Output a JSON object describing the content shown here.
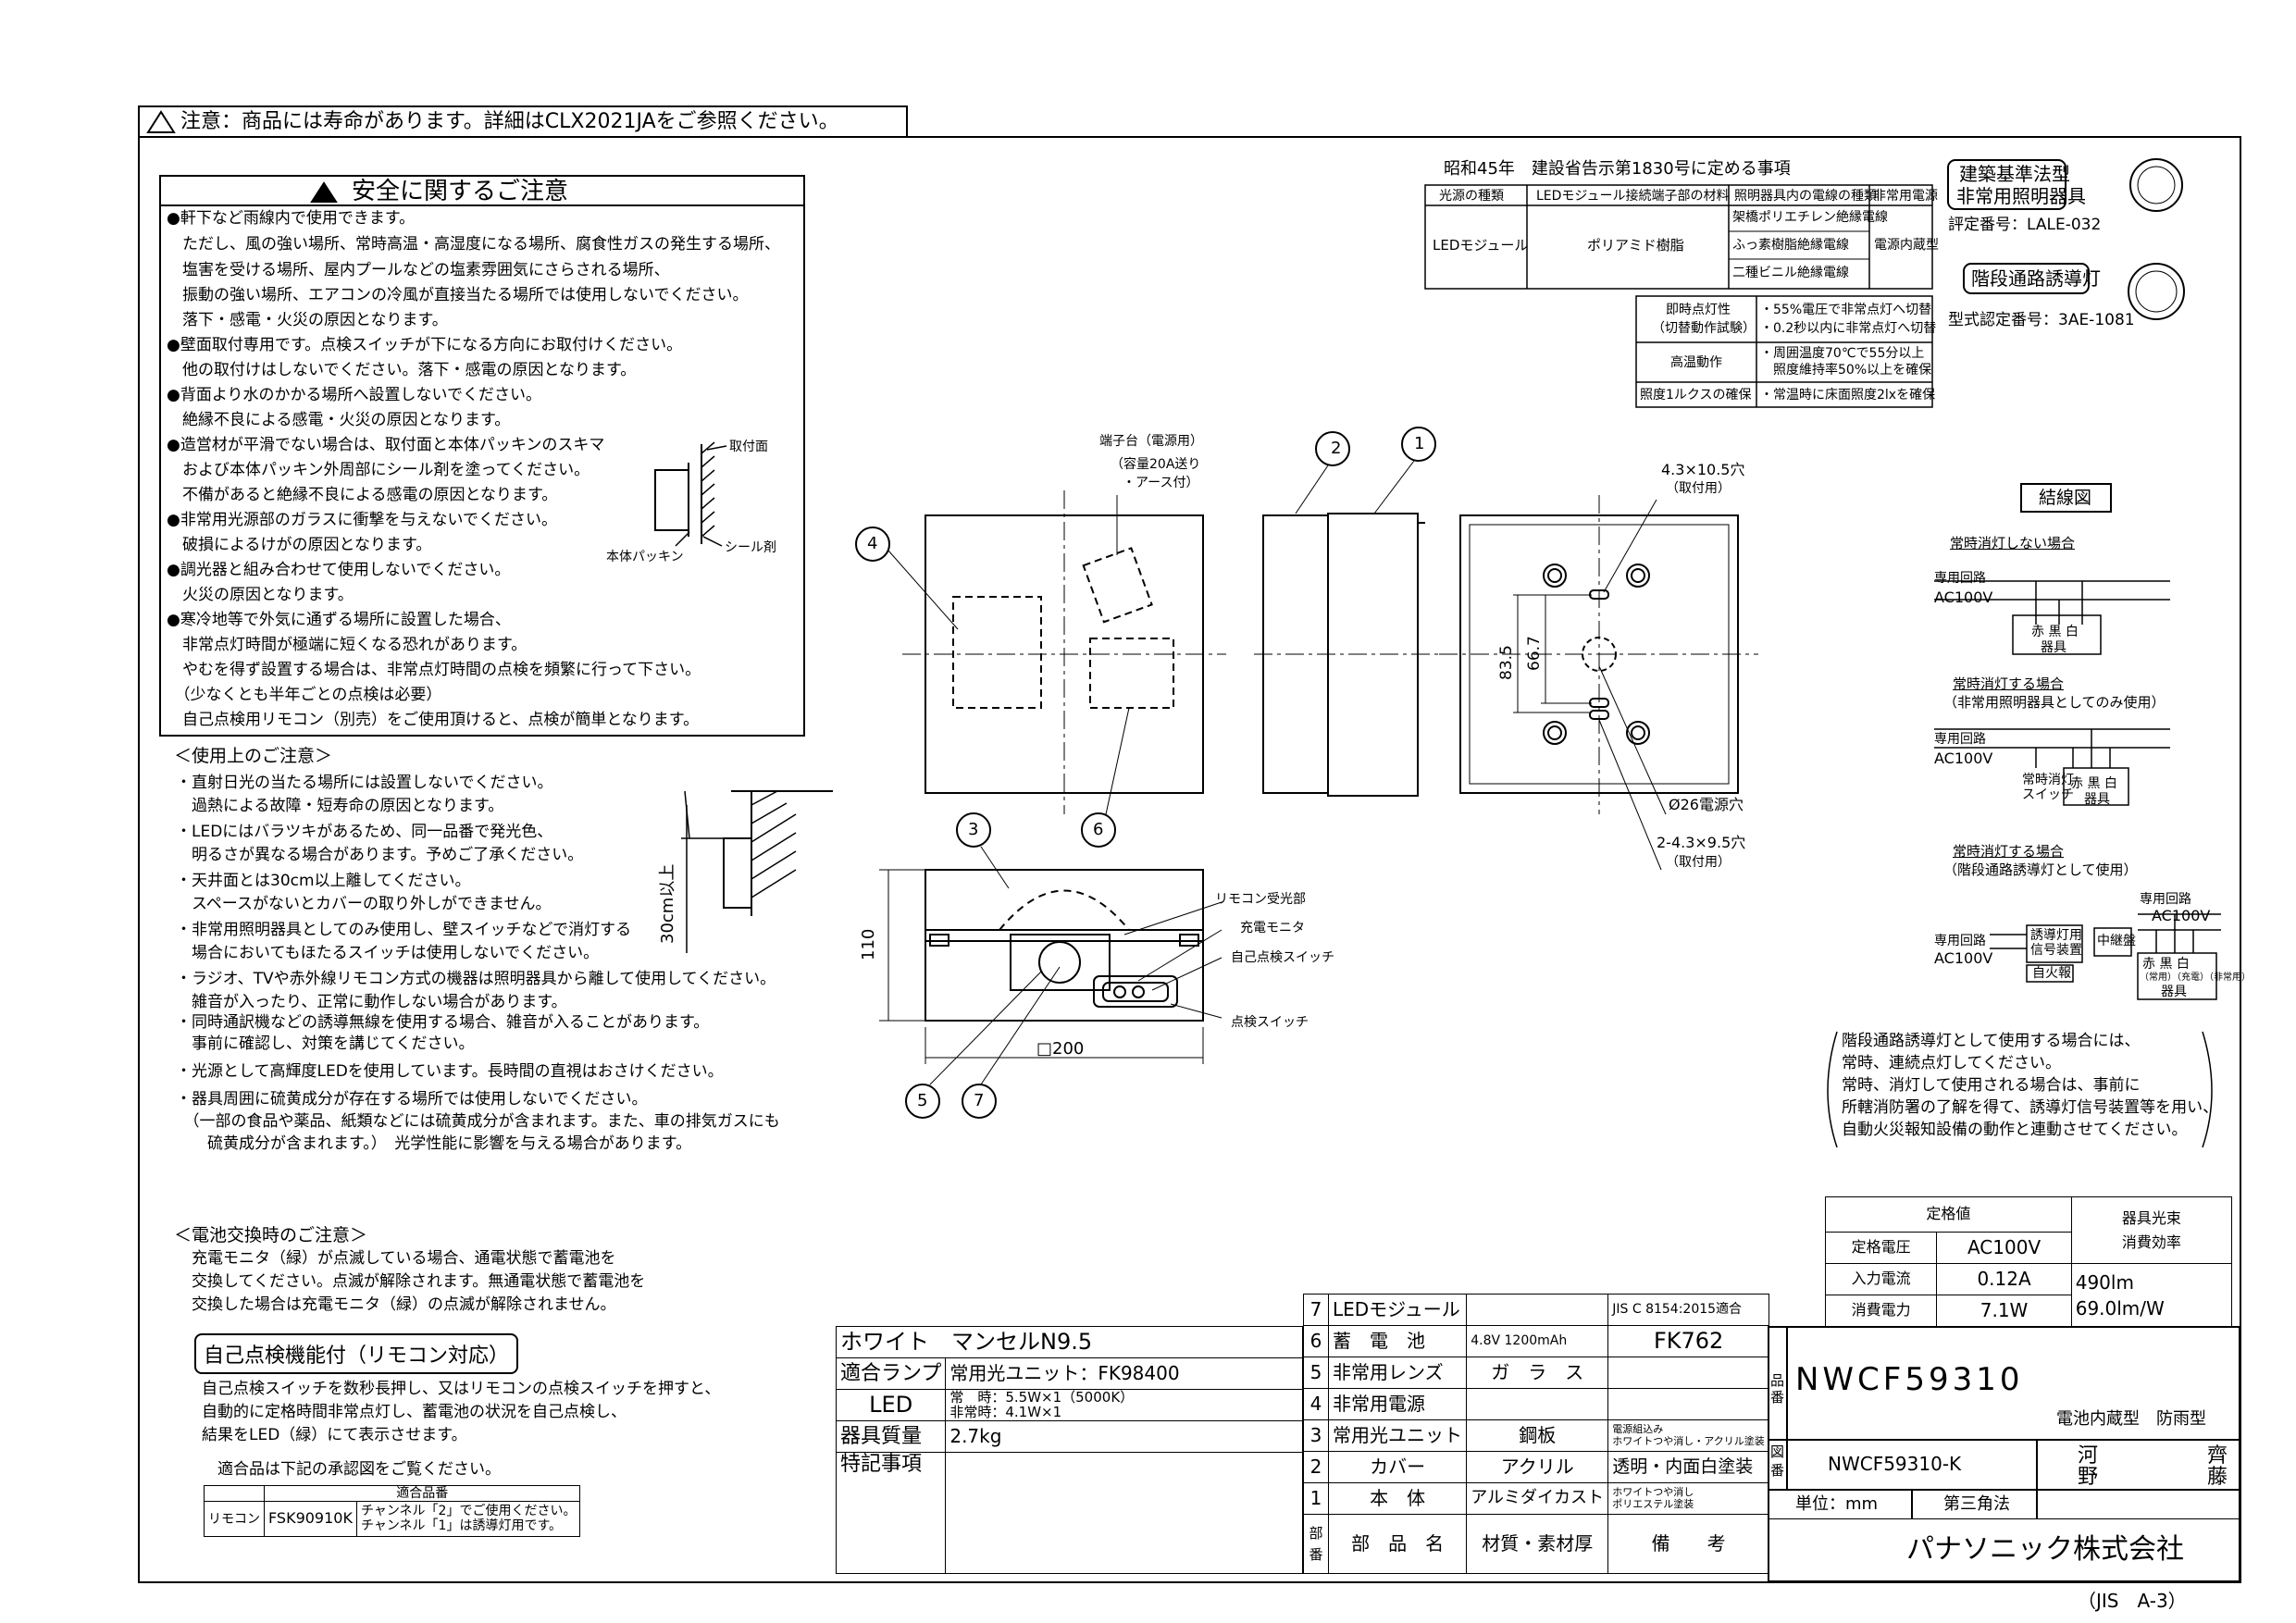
{
  "header_notice": "注意：商品には寿命があります。詳細はCLX2021JAをご参照ください。",
  "safety": {
    "title": "安全に関するご注意",
    "lines": [
      "●軒下など雨線内で使用できます。",
      "　ただし、風の強い場所、常時高温・高湿度になる場所、腐食性ガスの発生する場所、",
      "　塩害を受ける場所、屋内プールなどの塩素雰囲気にさらされる場所、",
      "　振動の強い場所、エアコンの冷風が直接当たる場所では使用しないでください。",
      "　落下・感電・火災の原因となります。",
      "●壁面取付専用です。点検スイッチが下になる方向にお取付けください。",
      "　他の取付けはしないでください。落下・感電の原因となります。",
      "●背面より水のかかる場所へ設置しないでください。",
      "　絶縁不良による感電・火災の原因となります。",
      "●造営材が平滑でない場合は、取付面と本体パッキンのスキマ",
      "　および本体パッキン外周部にシール剤を塗ってください。",
      "　不備があると絶縁不良による感電の原因となります。",
      "●非常用光源部のガラスに衝撃を与えないでください。",
      "　破損によるけがの原因となります。",
      "●調光器と組み合わせて使用しないでください。",
      "　火災の原因となります。",
      "●寒冷地等で外気に通ずる場所に設置した場合、",
      "　非常点灯時間が極端に短くなる恐れがあります。",
      "　やむを得ず設置する場合は、非常点灯時間の点検を頻繁に行って下さい。",
      "　（少なくとも半年ごとの点検は必要）",
      "　自己点検用リモコン（別売）をご使用頂けると、点検が簡単となります。"
    ],
    "seal_labels": {
      "mount_surface": "取付面",
      "body_packing": "本体パッキン",
      "sealant": "シール剤"
    }
  },
  "usage": {
    "title": "＜使用上のご注意＞",
    "lines": [
      "・直射日光の当たる場所には設置しないでください。",
      "　過熱による故障・短寿命の原因となります。",
      "・LEDにはバラツキがあるため、同一品番で発光色、",
      "　明るさが異なる場合があります。予めご了承ください。",
      "・天井面とは30cm以上離してください。",
      "　スペースがないとカバーの取り外しができません。",
      "・非常用照明器具としてのみ使用し、壁スイッチなどで消灯する",
      "　場合においてもほたるスイッチは使用しないでください。",
      "・ラジオ、TVや赤外線リモコン方式の機器は照明器具から離して使用してください。",
      "　雑音が入ったり、正常に動作しない場合があります。",
      "・同時通訳機などの誘導無線を使用する場合、雑音が入ることがあります。",
      "　事前に確認し、対策を講じてください。",
      "・光源として高輝度LEDを使用しています。長時間の直視はおさけください。",
      "・器具周囲に硫黄成分が存在する場所では使用しないでください。",
      "　（一部の食品や薬品、紙類などには硫黄成分が含まれます。また、車の排気ガスにも",
      "　　硫黄成分が含まれます。）　光学性能に影響を与える場合があります。"
    ],
    "clearance_label": "30cm以上"
  },
  "battery": {
    "title": "＜電池交換時のご注意＞",
    "lines": [
      "　充電モニタ（緑）が点滅している場合、通電状態で蓄電池を",
      "　交換してください。点滅が解除されます。無通電状態で蓄電池を",
      "　交換した場合は充電モニタ（緑）の点滅が解除されません。"
    ]
  },
  "self_check": {
    "badge": "自己点検機能付（リモコン対応）",
    "lines": [
      "自己点検スイッチを数秒長押し、又はリモコンの点検スイッチを押すと、",
      "自動的に定格時間非常点灯し、蓄電池の状況を自己点検し、",
      "結果をLED（緑）にて表示させます。"
    ],
    "approved_note": "適合品は下記の承認図をご覧ください。",
    "approved_table": {
      "header": "適合品番",
      "label": "リモコン",
      "model": "FSK90910K",
      "note1": "チャンネル「2」でご使用ください。",
      "note2": "チャンネル「1」は誘導灯用です。"
    }
  },
  "regulation": {
    "title": "昭和45年　建設省告示第1830号に定める事項",
    "headers": [
      "光源の種類",
      "LEDモジュール接続端子部の材料",
      "照明器具内の電線の種類",
      "非常用電源"
    ],
    "light_source": "LEDモジュール",
    "terminal_material": "ポリアミド樹脂",
    "wires": [
      "架橋ポリエチレン絶縁電線",
      "ふっ素樹脂絶縁電線",
      "二種ビニル絶縁電線"
    ],
    "power": "電源内蔵型",
    "perf": [
      {
        "label1": "即時点灯性",
        "label2": "（切替動作試験）",
        "v1": "・55%電圧で非常点灯へ切替",
        "v2": "・0.2秒以内に非常点灯へ切替"
      },
      {
        "label1": "高温動作",
        "label2": "",
        "v1": "・周囲温度70℃で55分以上",
        "v2": "　照度維持率50%以上を確保"
      },
      {
        "label1": "照度1ルクスの確保",
        "label2": "",
        "v1": "・常温時に床面照度2lxを確保",
        "v2": ""
      }
    ]
  },
  "certs": {
    "cert1_line1": "建築基準法型",
    "cert1_line2": "非常用照明器具",
    "cert1_no": "評定番号：LALE-032",
    "cert2": "階段通路誘導灯",
    "cert2_no": "型式認定番号：3AE-1081"
  },
  "drawing": {
    "labels": {
      "terminal": "端子台（電源用）",
      "terminal_cap": "（容量20A送り",
      "terminal_ground": "・アース付）",
      "hole_top": "4.3×10.5穴",
      "hole_top_sub": "（取付用）",
      "dim_83": "83.5",
      "dim_66": "66.7",
      "power_hole": "Ø26電源穴",
      "hole_bottom": "2-4.3×9.5穴",
      "hole_bottom_sub": "（取付用）",
      "remote_rx": "リモコン受光部",
      "charge_mon": "充電モニタ",
      "self_sw": "自己点検スイッチ",
      "check_sw": "点検スイッチ",
      "dim_110": "110",
      "dim_200": "□200"
    },
    "callouts": [
      "1",
      "2",
      "3",
      "4",
      "5",
      "6",
      "7"
    ]
  },
  "wiring": {
    "title": "結線図",
    "case1": "常時消灯しない場合",
    "case2": "常時消灯する場合",
    "case2_sub": "（非常用照明器具としてのみ使用）",
    "case3": "常時消灯する場合",
    "case3_sub": "（階段通路誘導灯として使用）",
    "circuit": "専用回路",
    "ac": "AC100V",
    "colors": "赤 黒 白",
    "fixture": "器具",
    "switch": "常時消灯\nスイッチ",
    "signal": "誘導灯用\n信号装置",
    "relay": "中継盤",
    "fire": "自火報",
    "colors3": "（常用）（充電）（非常用）",
    "note": [
      "階段通路誘導灯として使用する場合には、",
      "常時、連続点灯してください。",
      "常時、消灯して使用される場合は、事前に",
      "所轄消防署の了解を得て、誘導灯信号装置等を用い、",
      "自動火災報知設備の動作と連動させてください。"
    ]
  },
  "ratings": {
    "title": "定格値",
    "col2": "器具光束",
    "col2b": "消費効率",
    "rows": [
      {
        "k": "定格電圧",
        "v": "AC100V"
      },
      {
        "k": "入力電流",
        "v": "0.12A"
      },
      {
        "k": "消費電力",
        "v": "7.1W"
      }
    ],
    "flux": "490lm",
    "eff": "69.0lm/W"
  },
  "parts": [
    {
      "no": "7",
      "name": "LEDモジュール",
      "mat": "",
      "note": "JIS C 8154:2015適合"
    },
    {
      "no": "6",
      "name": "蓄　電　池",
      "mat": "4.8V 1200mAh",
      "note": "FK762"
    },
    {
      "no": "5",
      "name": "非常用レンズ",
      "mat": "ガ　ラ　ス",
      "note": ""
    },
    {
      "no": "4",
      "name": "非常用電源",
      "mat": "",
      "note": ""
    },
    {
      "no": "3",
      "name": "常用光ユニット",
      "mat": "鋼板",
      "note": "電源組込み\nホワイトつや消し・アクリル塗装"
    },
    {
      "no": "2",
      "name": "カバー",
      "mat": "アクリル",
      "note": "透明・内面白塗装"
    },
    {
      "no": "1",
      "name": "本　体",
      "mat": "アルミダイカスト",
      "note": "ホワイトつや消し\nポリエステル塗装"
    }
  ],
  "parts_head": {
    "no": "部番",
    "name": "部　品　名",
    "mat": "材質・素材厚",
    "note": "備　　考"
  },
  "spec": {
    "color": "ホワイト　マンセルN9.5",
    "lamp_k": "適合ランプ",
    "lamp_v": "常用光ユニット：FK98400",
    "led_k": "LED",
    "led_v1": "常　時：5.5W×1（5000K）",
    "led_v2": "非常時：4.1W×1",
    "mass_k": "器具質量",
    "mass_v": "2.7kg",
    "note_k": "特記事項"
  },
  "title_block": {
    "model_label": "品番",
    "model": "NWCF59310",
    "type": "電池内蔵型　防雨型",
    "drawing_label": "図番",
    "drawing_no": "NWCF59310-K",
    "sign1": "河\n野",
    "sign2": "齊\n藤",
    "unit": "単位：mm",
    "angle": "第三角法",
    "company": "パナソニック株式会社"
  },
  "paper_size": "（JIS　A-3）"
}
